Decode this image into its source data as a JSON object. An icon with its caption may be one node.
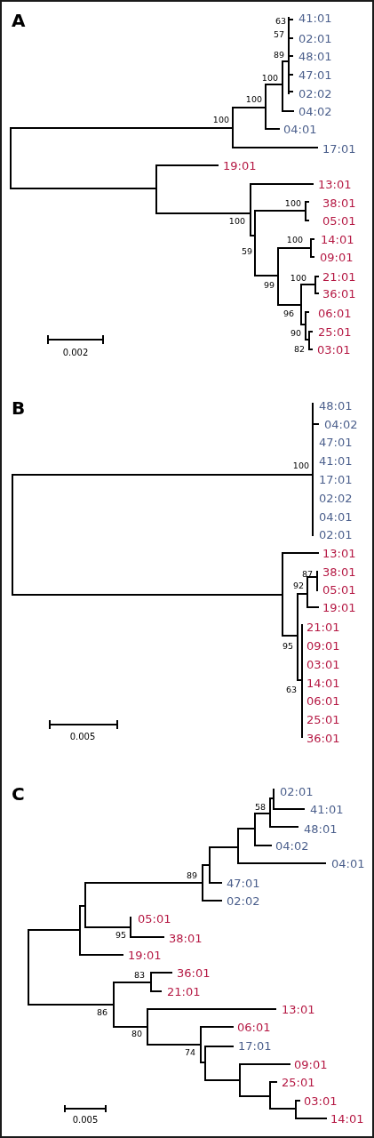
{
  "diagram": {
    "labels": [
      "A",
      "41:01",
      "63",
      "57",
      "02:01",
      "89",
      "48:01",
      "47:01",
      "100",
      "02:02",
      "100",
      "04:02",
      "100",
      "04:01",
      "17:01",
      "19:01",
      "13:01",
      "38:01",
      "100",
      "05:01",
      "100",
      "14:01",
      "100",
      "59",
      "09:01",
      "21:01",
      "100",
      "99",
      "36:01",
      "06:01",
      "96",
      "25:01",
      "90",
      "03:01",
      "82",
      "0.002",
      "B",
      "48:01",
      "04:02",
      "47:01",
      "41:01",
      "100",
      "17:01",
      "02:02",
      "04:01",
      "02:01",
      "13:01",
      "38:01",
      "87",
      "92",
      "05:01",
      "19:01",
      "21:01",
      "09:01",
      "95",
      "03:01",
      "14:01",
      "63",
      "06:01",
      "25:01",
      "36:01",
      "0.005",
      "C",
      "02:01",
      "58",
      "41:01",
      "48:01",
      "04:02",
      "04:01",
      "89",
      "47:01",
      "02:02",
      "05:01",
      "95",
      "38:01",
      "19:01",
      "36:01",
      "83",
      "21:01",
      "13:01",
      "86",
      "06:01",
      "80",
      "17:01",
      "74",
      "09:01",
      "25:01",
      "03:01",
      "14:01",
      "0.005"
    ]
  }
}
